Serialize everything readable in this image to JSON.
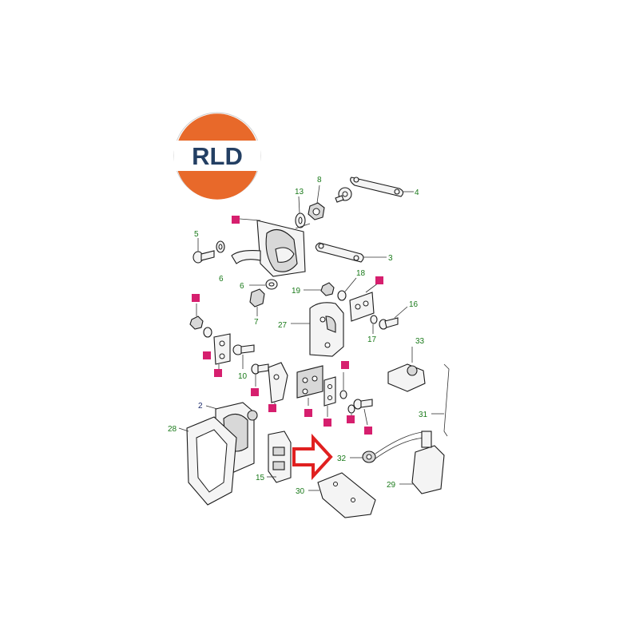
{
  "logo": {
    "text": "RLD",
    "colors": {
      "orange": "#e8692a",
      "navy": "#233f63",
      "white": "#ffffff"
    }
  },
  "colors": {
    "label_green": "#1a7a1a",
    "label_navy": "#1b2a6b",
    "highlight_magenta": "#d61f6e",
    "arrow_red": "#e02020"
  },
  "callouts": [
    {
      "id": "c4",
      "text": "4",
      "style": "green"
    },
    {
      "id": "c8",
      "text": "8",
      "style": "green"
    },
    {
      "id": "c13",
      "text": "13",
      "style": "green"
    },
    {
      "id": "c1",
      "text": "",
      "style": "magenta"
    },
    {
      "id": "c5",
      "text": "5",
      "style": "green"
    },
    {
      "id": "c6a",
      "text": "6",
      "style": "green"
    },
    {
      "id": "c3",
      "text": "3",
      "style": "green"
    },
    {
      "id": "c6b",
      "text": "6",
      "style": "green"
    },
    {
      "id": "c19",
      "text": "19",
      "style": "green"
    },
    {
      "id": "c18",
      "text": "18",
      "style": "green"
    },
    {
      "id": "c9m",
      "text": "",
      "style": "magenta"
    },
    {
      "id": "c7",
      "text": "7",
      "style": "green"
    },
    {
      "id": "c16",
      "text": "16",
      "style": "green"
    },
    {
      "id": "c27",
      "text": "27",
      "style": "green"
    },
    {
      "id": "c12m",
      "text": "",
      "style": "magenta"
    },
    {
      "id": "c17",
      "text": "17",
      "style": "green"
    },
    {
      "id": "c33",
      "text": "33",
      "style": "green"
    },
    {
      "id": "c11m",
      "text": "",
      "style": "magenta"
    },
    {
      "id": "c9b",
      "text": "",
      "style": "magenta"
    },
    {
      "id": "c10",
      "text": "10",
      "style": "green"
    },
    {
      "id": "c21m",
      "text": "",
      "style": "magenta"
    },
    {
      "id": "c22m",
      "text": "",
      "style": "magenta"
    },
    {
      "id": "c23m",
      "text": "",
      "style": "magenta"
    },
    {
      "id": "c24m",
      "text": "",
      "style": "magenta"
    },
    {
      "id": "c25m",
      "text": "",
      "style": "magenta"
    },
    {
      "id": "c26m",
      "text": "",
      "style": "magenta"
    },
    {
      "id": "c20m",
      "text": "",
      "style": "magenta"
    },
    {
      "id": "c31",
      "text": "31",
      "style": "green"
    },
    {
      "id": "c2",
      "text": "2",
      "style": "navy"
    },
    {
      "id": "c28",
      "text": "28",
      "style": "green"
    },
    {
      "id": "c32",
      "text": "32",
      "style": "green"
    },
    {
      "id": "c15",
      "text": "15",
      "style": "green"
    },
    {
      "id": "c29",
      "text": "29",
      "style": "green"
    },
    {
      "id": "c30",
      "text": "30",
      "style": "green"
    }
  ]
}
